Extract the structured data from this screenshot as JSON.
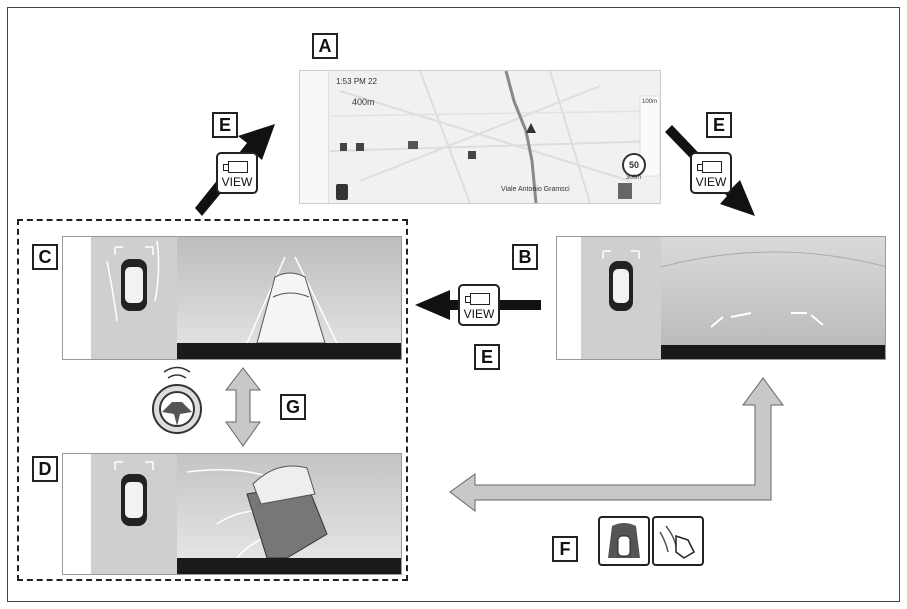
{
  "labels": {
    "a": "A",
    "b": "B",
    "c": "C",
    "d": "D",
    "e1": "E",
    "e2": "E",
    "e3": "E",
    "f": "F",
    "g": "G"
  },
  "view_button": {
    "text": "VIEW"
  },
  "map": {
    "time": "1:53",
    "time_suffix": "PM",
    "temp": "22",
    "distance": "400m",
    "speed_limit": "50",
    "speed_unit": "km/h",
    "street": "Viale Antonio Gramsci",
    "scale": "100m",
    "scale2": "300m"
  },
  "colors": {
    "arrow_black": "#111111",
    "arrow_gray": "#c8c8c8",
    "screen_dark": "#1a1a1a"
  },
  "icons": [
    "steering-wheel-icon",
    "top-view-car-icon",
    "side-view-car-icon",
    "camera-view-icon"
  ]
}
